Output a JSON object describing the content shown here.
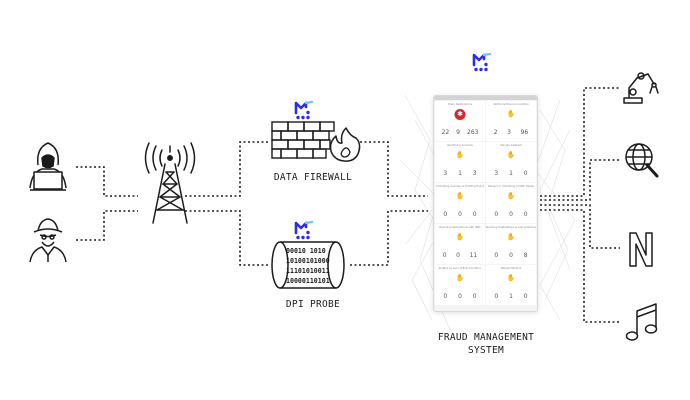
{
  "labels": {
    "firewall": "DATA FIREWALL",
    "probe": "DPI PROBE",
    "fms_line1": "FRAUD MANAGEMENT",
    "fms_line2": "SYSTEM"
  },
  "probe_binary": [
    "00010 1010",
    "10100101000",
    "11101010011",
    "10000110101"
  ],
  "dashboard": {
    "cells": [
      {
        "title": "Risky Destinations",
        "icon": "alert-icon",
        "stats": [
          "22",
          "9",
          "263"
        ]
      },
      {
        "title": "California Bounce Condition",
        "icon": "hand-icon",
        "stats": [
          "2",
          "3",
          "96"
        ]
      },
      {
        "title": "Identifying Anomaly",
        "icon": "hand-icon",
        "stats": [
          "3",
          "1",
          "3"
        ]
      },
      {
        "title": "Wangiri Callback",
        "icon": "hand-icon",
        "stats": [
          "3",
          "1",
          "0"
        ]
      },
      {
        "title": "Unlimiting Anomaly & Profiling Event",
        "icon": "hand-icon",
        "stats": [
          "0",
          "0",
          "0"
        ]
      },
      {
        "title": "Wangiri or Unlimiting of IRSF Destin",
        "icon": "hand-icon",
        "stats": [
          "0",
          "0",
          "0"
        ]
      },
      {
        "title": "Roaming Destinations with IRSF",
        "icon": "hand-icon",
        "stats": [
          "0",
          "0",
          "11"
        ]
      },
      {
        "title": "Roaming Destinations & Call Collisions",
        "icon": "hand-icon",
        "stats": [
          "0",
          "0",
          "8"
        ]
      },
      {
        "title": "SimBox by sum of Entr Condition",
        "icon": "hand-icon",
        "stats": [
          "0",
          "0",
          "0"
        ]
      },
      {
        "title": "Wangiri Minimal",
        "icon": "hand-icon",
        "stats": [
          "0",
          "1",
          "0"
        ]
      }
    ]
  },
  "colors": {
    "brand_blue": "#2d2de6",
    "line_dark": "#222222",
    "alert_red": "#d7262e"
  },
  "icons": [
    "hacker-icon",
    "spy-icon",
    "cell-tower-icon",
    "firewall-icon",
    "flame-icon",
    "data-cylinder-icon",
    "robot-arm-icon",
    "globe-search-icon",
    "netflix-n-icon",
    "music-note-icon",
    "brand-logo-icon"
  ]
}
